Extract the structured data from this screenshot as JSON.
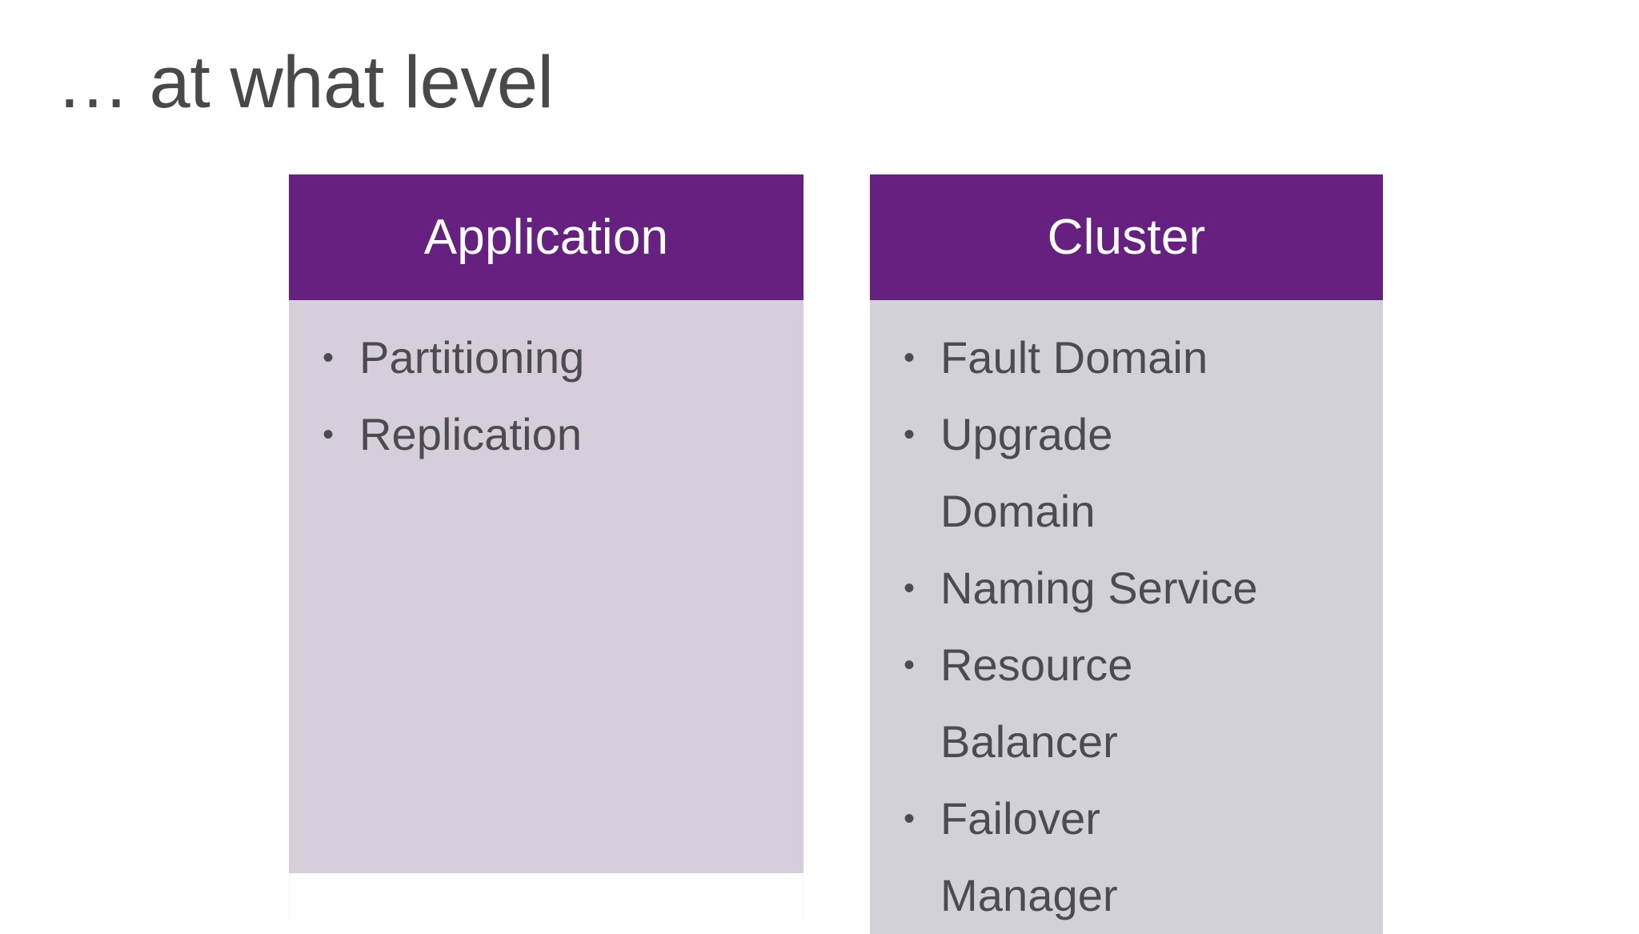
{
  "slide": {
    "title": "… at what level",
    "background_color": "#FFFFFF",
    "title_color": "#494949"
  },
  "theme": {
    "header_purple": "#662080",
    "header_text_color": "#FFFFFF",
    "body_text_color": "#4C4C50",
    "bullet_glyph": "•"
  },
  "columns": [
    {
      "id": "application",
      "header": "Application",
      "header_color": "#662080",
      "body_color": "#D6CEDA",
      "items": [
        "Partitioning",
        "Replication"
      ]
    },
    {
      "id": "cluster",
      "header": "Cluster",
      "header_color": "#662080",
      "body_color": "#D2D0D8",
      "items": [
        "Fault Domain",
        "Upgrade Domain",
        "Naming Service",
        "Resource Balancer",
        "Failover Manager"
      ]
    }
  ]
}
